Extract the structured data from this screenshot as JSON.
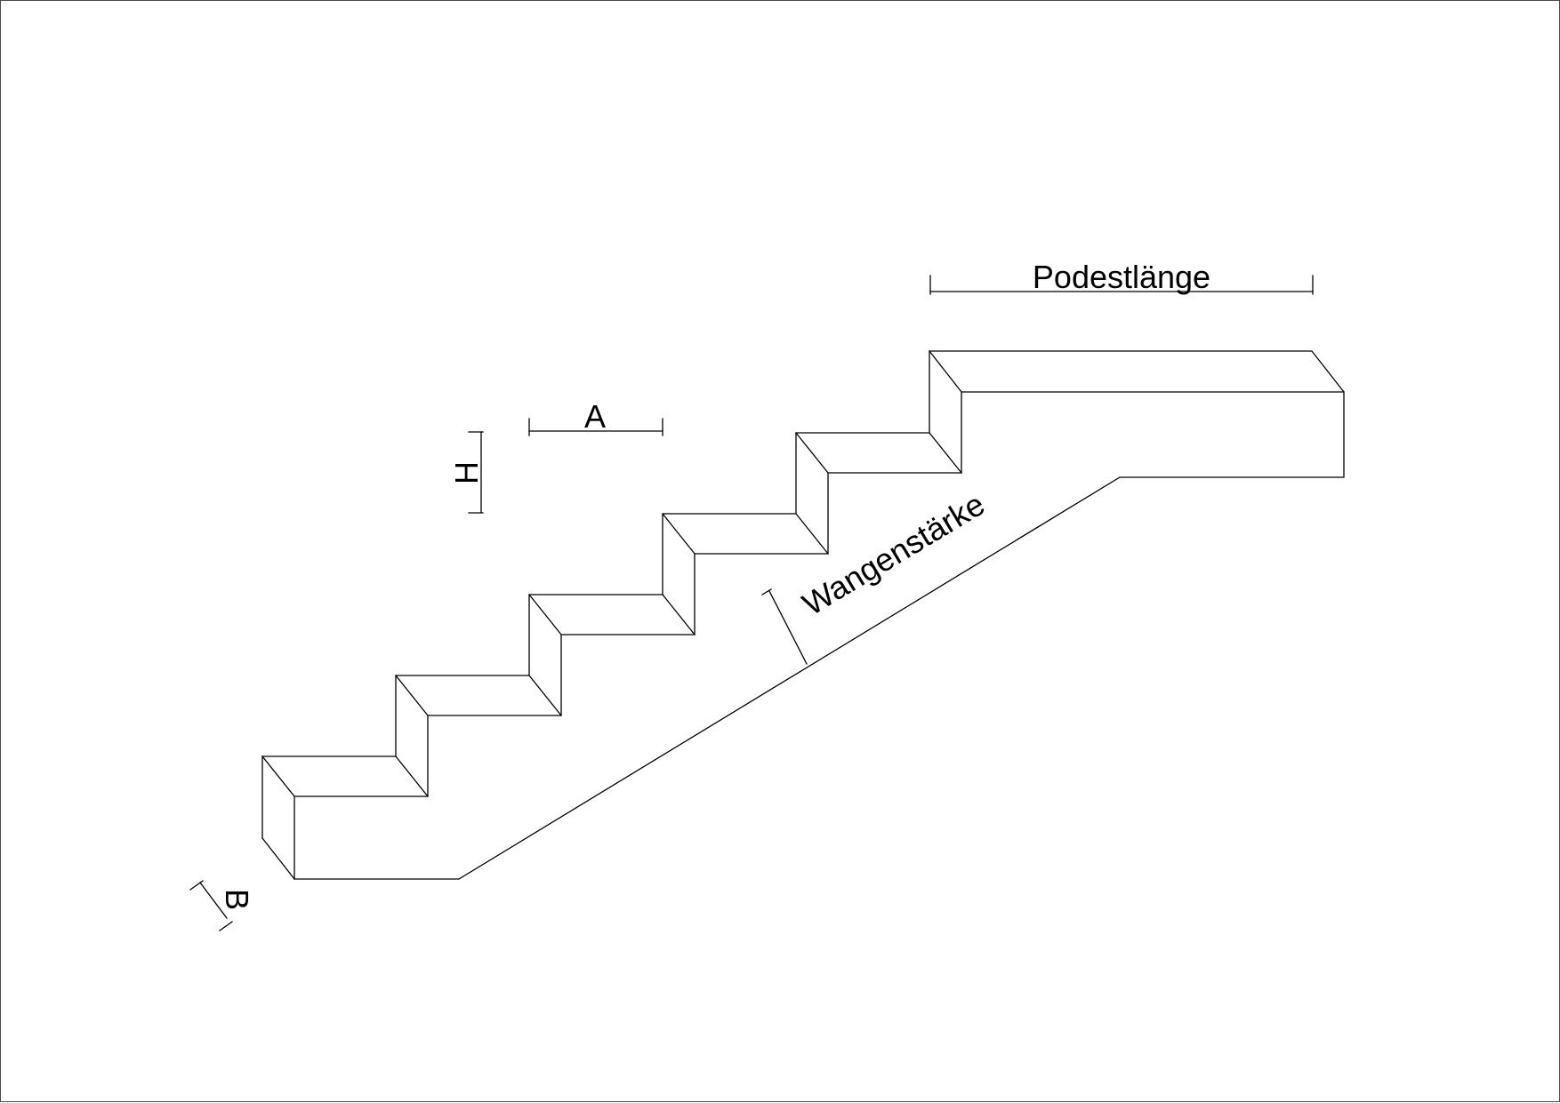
{
  "diagram": {
    "labels": {
      "podest_length": "Podestlänge",
      "tread_depth": "A",
      "riser_height": "H",
      "width": "B",
      "stringer_thickness": "Wangenstärke"
    }
  }
}
